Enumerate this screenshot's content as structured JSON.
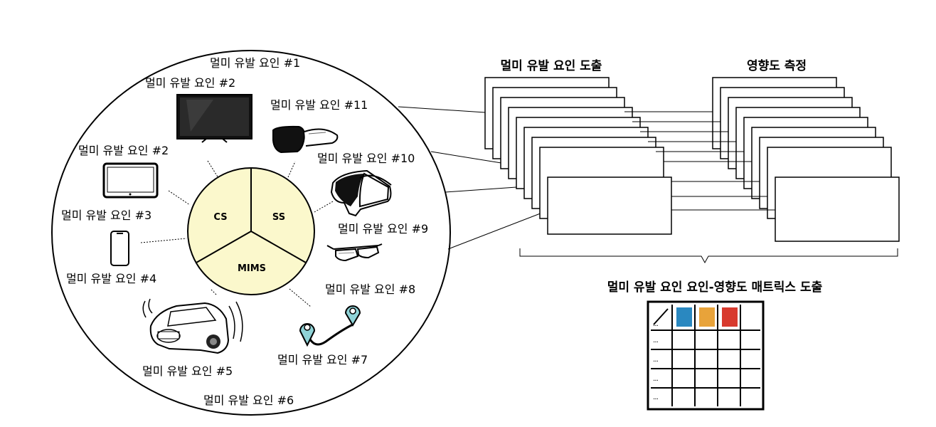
{
  "factors": {
    "f1": "멀미 유발 요인 #1",
    "f2_top": "멀미 유발 요인 #2",
    "f2_left": "멀미 유발 요인 #2",
    "f3": "멀미 유발 요인 #3",
    "f4": "멀미 유발 요인 #4",
    "f5": "멀미 유발 요인 #5",
    "f6": "멀미 유발 요인 #6",
    "f7": "멀미 유발 요인 #7",
    "f8": "멀미 유발 요인 #8",
    "f9": "멀미 유발 요인 #9",
    "f10": "멀미 유발 요인 #10",
    "f11": "멀미 유발 요인 #11"
  },
  "pie": {
    "sections": [
      "CS",
      "SS",
      "MIMS"
    ],
    "fill": "#fbf8cc"
  },
  "devices": [
    "tv-icon",
    "tablet-icon",
    "smartphone-icon",
    "car-icon",
    "map-route-icon",
    "smart-glasses-icon",
    "vr-headset-icon",
    "hmd-icon"
  ],
  "headers": {
    "derivation": "멀미 유발 요인 도출",
    "impact": "영향도 측정",
    "matrix": "멀미 유발 요인 요인-영향도 매트릭스 도출"
  },
  "matrix": {
    "dots": "· · ·",
    "cell_colors": [
      "#2a88c0",
      "#e8a33a",
      "#d83a2e"
    ]
  }
}
